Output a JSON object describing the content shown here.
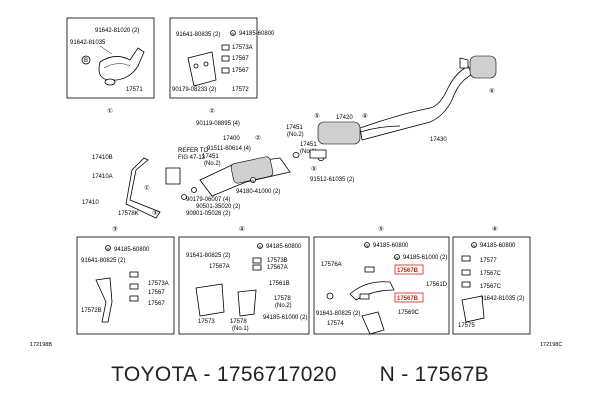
{
  "diagram": {
    "panels": [
      {
        "number": "①",
        "labels": [
          "91642-81020 (2)",
          "91642-81035",
          "17571"
        ]
      },
      {
        "number": "②",
        "labels": [
          "91641-80835 (2)",
          "94185-60800",
          "17573A",
          "17567",
          "17567",
          "90179-08233 (2)",
          "17572"
        ]
      },
      {
        "number": "③",
        "labels": [
          "94185-60800",
          "91641-80825 (2)",
          "17573A",
          "17567",
          "17567",
          "17572B"
        ]
      },
      {
        "number": "④",
        "labels": [
          "94185-60800",
          "91641-80825 (2)",
          "17573B",
          "17567A",
          "17567A",
          "17561B",
          "17578",
          "(No.2)",
          "17573",
          "17578",
          "(No.1)",
          "94185-61000 (2)"
        ]
      },
      {
        "number": "⑤",
        "labels": [
          "94185-60800",
          "17576A",
          "94185-61000 (2)",
          "17567B",
          "17561D",
          "17567B",
          "91641-80825 (2)",
          "17569C",
          "17574"
        ]
      },
      {
        "number": "⑥",
        "labels": [
          "94185-60800",
          "17577",
          "17567C",
          "17567C",
          "91642-81035 (2)",
          "17575"
        ]
      }
    ],
    "main_labels": {
      "top": [
        "90119-08895 (4)",
        "17400",
        "②",
        "91511-80614 (4)",
        "17451",
        "(No.2)",
        "17420",
        "④",
        "⑤",
        "17430",
        "⑥",
        "17451",
        "(No.1)"
      ],
      "refer": [
        "REFER TO",
        "FIG 47-13"
      ],
      "left": [
        "17410B",
        "17410A",
        "17410",
        "17578K",
        "①",
        "③",
        "17451",
        "(No.2)"
      ],
      "bottom": [
        "94180-41000 (2)",
        "90179-06007 (4)",
        "90501-35020 (2)",
        "90901-05026 (2)",
        "91512-61035 (2)",
        "⑤"
      ]
    },
    "corner_codes": [
      "172198B",
      "172198C"
    ]
  },
  "caption": {
    "brand": "TOYOTA",
    "separator": " - ",
    "part_number": "1756717020",
    "gap": "       ",
    "ref_prefix": "N - ",
    "ref_code": "17567B"
  }
}
